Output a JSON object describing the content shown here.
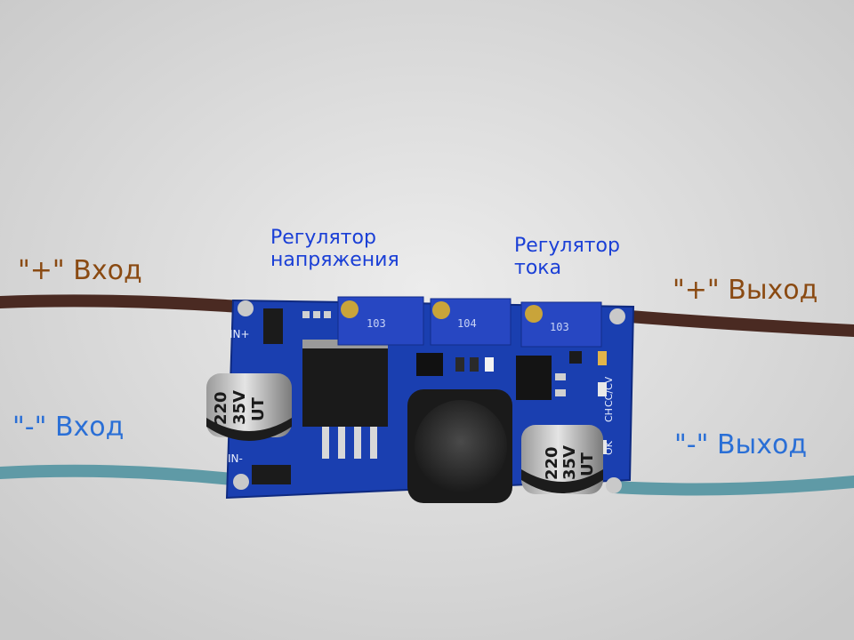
{
  "labels": {
    "input_plus": "\"+\" Вход",
    "input_minus": "\"-\" Вход",
    "output_plus": "\"+\" Выход",
    "output_minus": "\"-\" Выход",
    "voltage_regulator": [
      "Регулятор",
      "напряжения"
    ],
    "current_regulator": [
      "Регулятор",
      "тока"
    ]
  },
  "board": {
    "silkscreen": {
      "in_plus": "IN+",
      "in_minus": "IN-",
      "cc_cv": "CC/CV",
      "ch": "CH",
      "ok": "OK"
    },
    "capacitor_left": [
      "220",
      "35V",
      "UT"
    ],
    "capacitor_right": [
      "220",
      "35V",
      "UT"
    ],
    "pot_left_code": "103",
    "pot_middle_code": "104",
    "pot_right_code": "103"
  },
  "colors": {
    "background": "#d9d9d9",
    "pcb": "#1a3fb0",
    "wire_brown": "#4a2a22",
    "wire_teal": "#5f9aa6",
    "label_brown": "#8a4a12",
    "label_blue": "#2a6fd6",
    "label_pot": "#1a3fd6"
  }
}
